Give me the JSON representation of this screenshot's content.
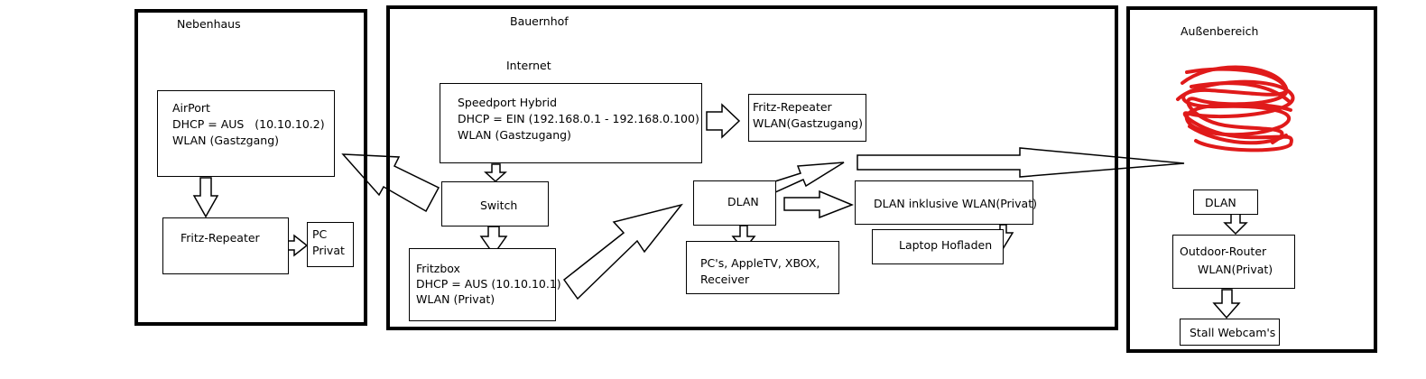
{
  "regions": {
    "nebenhaus": "Nebenhaus",
    "bauernhof": "Bauernhof",
    "aussenbereich": "Außenbereich"
  },
  "internet_label": "Internet",
  "nodes": {
    "airport": {
      "title": "AirPort",
      "line1": "DHCP = AUS   (10.10.10.2)",
      "line2": "WLAN (Gastzgang)"
    },
    "fritz_repeater_left": {
      "title": "Fritz-Repeater"
    },
    "pc_privat": {
      "line1": "PC",
      "line2": "Privat"
    },
    "speedport": {
      "title": "Speedport Hybrid",
      "line1": "DHCP = EIN (192.168.0.1 - 192.168.0.100)",
      "line2": "WLAN (Gastzugang)"
    },
    "fritz_repeater_mid": {
      "title": "Fritz-Repeater",
      "line1": "WLAN(Gastzugang)"
    },
    "switch": {
      "title": "Switch"
    },
    "fritzbox": {
      "title": "Fritzbox",
      "line1": "DHCP = AUS (10.10.10.1)",
      "line2": "WLAN (Privat)"
    },
    "dlan_mid": {
      "title": "DLAN"
    },
    "dlan_wlan": {
      "title": "DLAN inklusive WLAN(Privat)"
    },
    "laptop": {
      "title": "Laptop Hofladen"
    },
    "devices": {
      "line1": "PC's, AppleTV, XBOX,",
      "line2": "Receiver"
    },
    "dlan_right": {
      "title": "DLAN"
    },
    "outdoor_router": {
      "title": "Outdoor-Router",
      "line1": "WLAN(Privat)"
    },
    "webcams": {
      "title": "Stall Webcam's"
    }
  },
  "colors": {
    "guest_marker": "#a6d62a",
    "private_marker": "#e01a1a",
    "line": "#000000"
  }
}
